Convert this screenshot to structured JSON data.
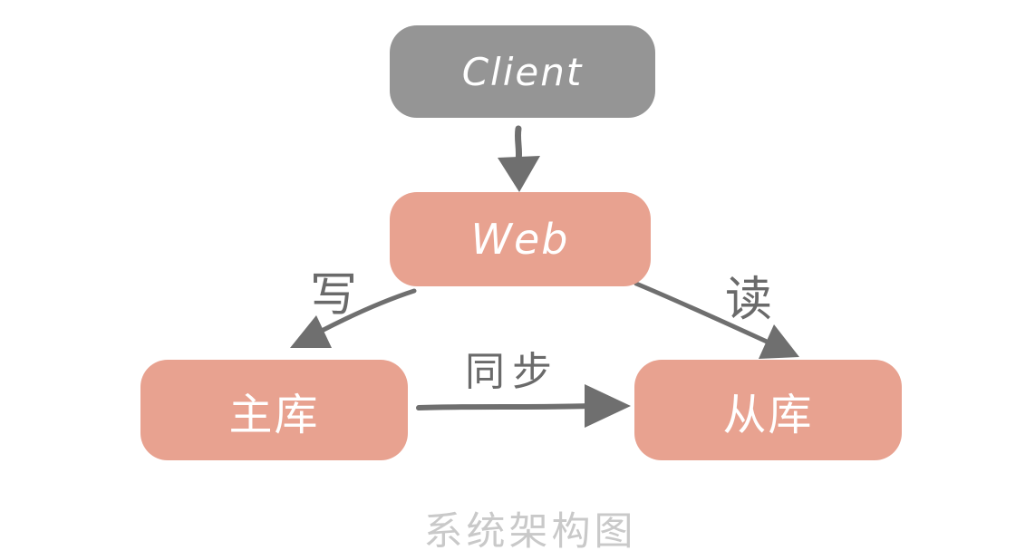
{
  "diagram": {
    "caption": "系统架构图",
    "nodes": [
      {
        "id": "client",
        "label": "Client",
        "fill": "#959595",
        "text_color": "#FFFFFF"
      },
      {
        "id": "web",
        "label": "Web",
        "fill": "#E8A290",
        "text_color": "#FFFFFF"
      },
      {
        "id": "master-db",
        "label": "主库",
        "fill": "#E8A290",
        "text_color": "#FFFFFF"
      },
      {
        "id": "slave-db",
        "label": "从库",
        "fill": "#E8A290",
        "text_color": "#FFFFFF"
      }
    ],
    "edges": [
      {
        "from": "client",
        "to": "web",
        "label": ""
      },
      {
        "from": "web",
        "to": "master-db",
        "label": "写"
      },
      {
        "from": "web",
        "to": "slave-db",
        "label": "读"
      },
      {
        "from": "master-db",
        "to": "slave-db",
        "label": "同步"
      }
    ],
    "colors": {
      "background": "#FFFFFF",
      "node_gray": "#959595",
      "node_salmon": "#E8A290",
      "arrow": "#6F6F6F",
      "edge_label_text": "#6A6A6A",
      "caption_text": "#C9C9C9"
    }
  }
}
